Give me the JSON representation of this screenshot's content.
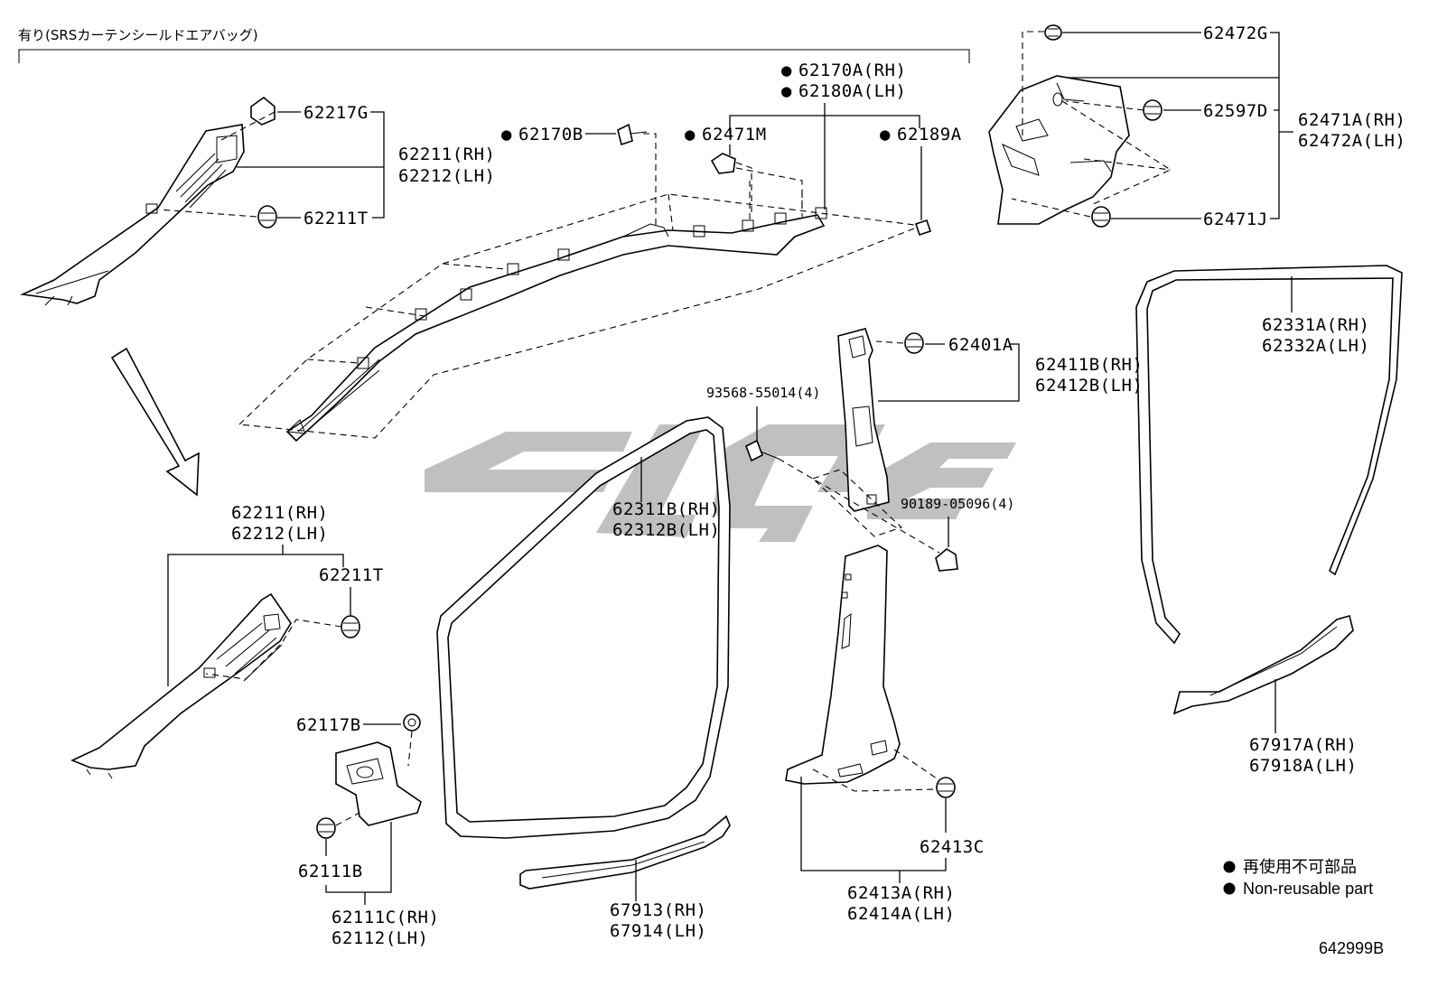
{
  "section_title": "有り(SRSカーテンシールドエアバッグ)",
  "non_reusable_mark": "●",
  "parts": {
    "p62217G": "62217G",
    "p62211_rh_top": "62211(RH)",
    "p62212_lh_top": "62212(LH)",
    "p62211T_top": "62211T",
    "p62170B": "62170B",
    "p62471M": "62471M",
    "p62170A": "62170A(RH)",
    "p62180A": "62180A(LH)",
    "p62189A": "62189A",
    "p62472G": "62472G",
    "p62597D": "62597D",
    "p62471A": "62471A(RH)",
    "p62472A": "62472A(LH)",
    "p62471J": "62471J",
    "p62331A": "62331A(RH)",
    "p62332A": "62332A(LH)",
    "p62401A": "62401A",
    "p62411B": "62411B(RH)",
    "p62412B": "62412B(LH)",
    "p93568": "93568-55014(4)",
    "p90189": "90189-05096(4)",
    "p62311B": "62311B(RH)",
    "p62312B": "62312B(LH)",
    "p62211_rh_low": "62211(RH)",
    "p62212_lh_low": "62212(LH)",
    "p62211T_low": "62211T",
    "p62117B": "62117B",
    "p62111B": "62111B",
    "p62111C": "62111C(RH)",
    "p62112": "62112(LH)",
    "p67913": "67913(RH)",
    "p67914": "67914(LH)",
    "p62413C": "62413C",
    "p62413A": "62413A(RH)",
    "p62414A": "62414A(LH)",
    "p67917A": "67917A(RH)",
    "p67918A": "67918A(LH)"
  },
  "legend": {
    "line1": "再使用不可部品",
    "line2": "Non-reusable part"
  },
  "figure_code": "642999B"
}
